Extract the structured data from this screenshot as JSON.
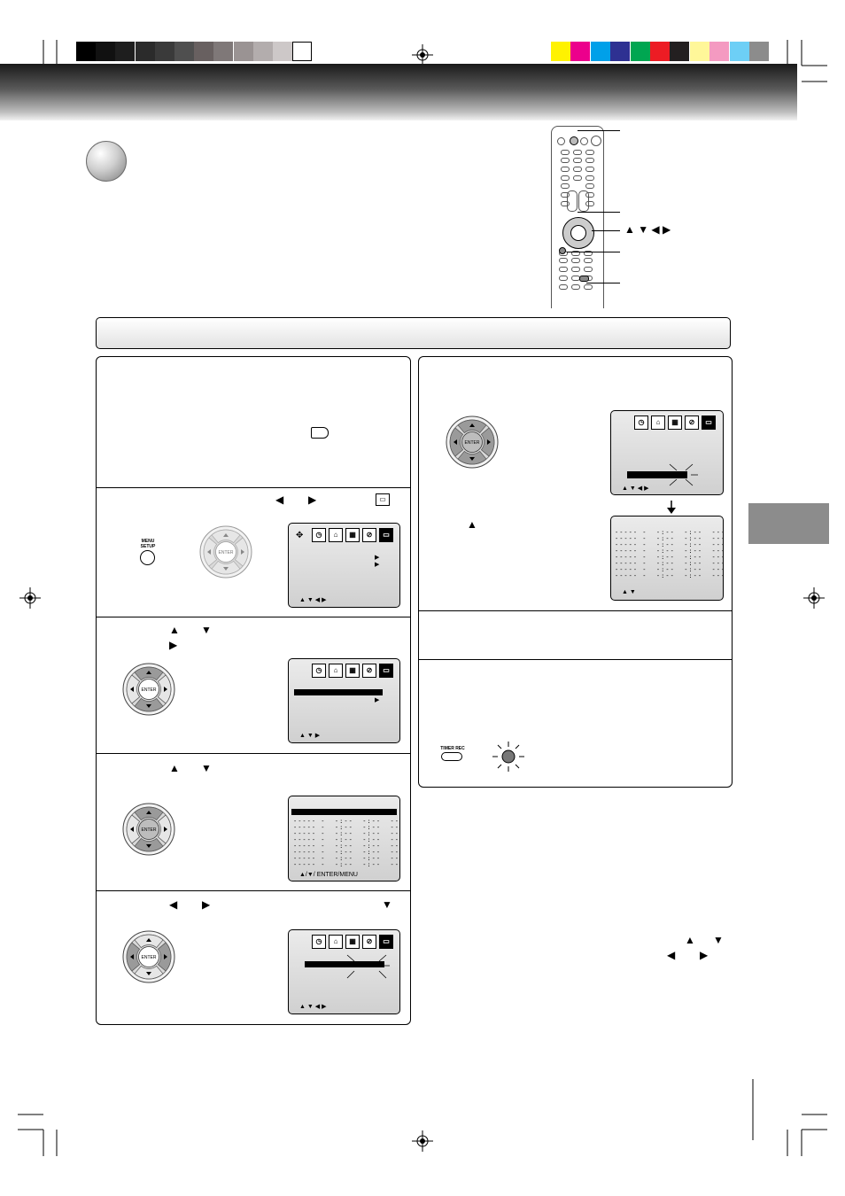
{
  "color_bar": {
    "gray_steps": [
      "#000000",
      "#111111",
      "#1e1e1e",
      "#2b2b2b",
      "#3a3a3a",
      "#4f4f4f",
      "#686060",
      "#7f7878",
      "#9a9393",
      "#b3adad",
      "#cdc8c8",
      "#ffffff"
    ],
    "colors": [
      "#fff200",
      "#ec008c",
      "#00a0e9",
      "#2e3192",
      "#00a651",
      "#ed1c24",
      "#231f20",
      "#fff799",
      "#f49ac1",
      "#6dcff6",
      "#8c8c8c"
    ]
  },
  "remote_arrow_label": "▲ ▼ ◀ ▶",
  "step2": {
    "arrow_left": "◀",
    "arrow_right": "▶",
    "button_label": "MENU\nSETUP",
    "dpad_label": "ENTER",
    "nav_hint": "▲ ▼ ◀ ▶"
  },
  "step3": {
    "arrow_up": "▲",
    "arrow_down": "▼",
    "arrow_right": "▶",
    "dpad_label": "ENTER",
    "nav_hint": "▲ ▼ ▶"
  },
  "step4": {
    "arrow_up": "▲",
    "arrow_down": "▼",
    "dpad_label": "ENTER",
    "nav_hint": "▲/▼/ ENTER/MENU"
  },
  "step5": {
    "arrow_left": "◀",
    "arrow_right": "▶",
    "arrow_down": "▼",
    "dpad_label": "ENTER",
    "nav_hint": "▲ ▼ ◀ ▶"
  },
  "step6": {
    "dpad_label": "ENTER",
    "arrow_up": "▲",
    "nav_hint_top": "▲ ▼ ◀ ▶",
    "nav_hint_bottom": "▲ ▼"
  },
  "step8": {
    "button_label": "TIMER REC"
  },
  "footnote": {
    "arrow_up": "▲",
    "arrow_down": "▼",
    "arrow_left": "◀",
    "arrow_right": "▶"
  }
}
